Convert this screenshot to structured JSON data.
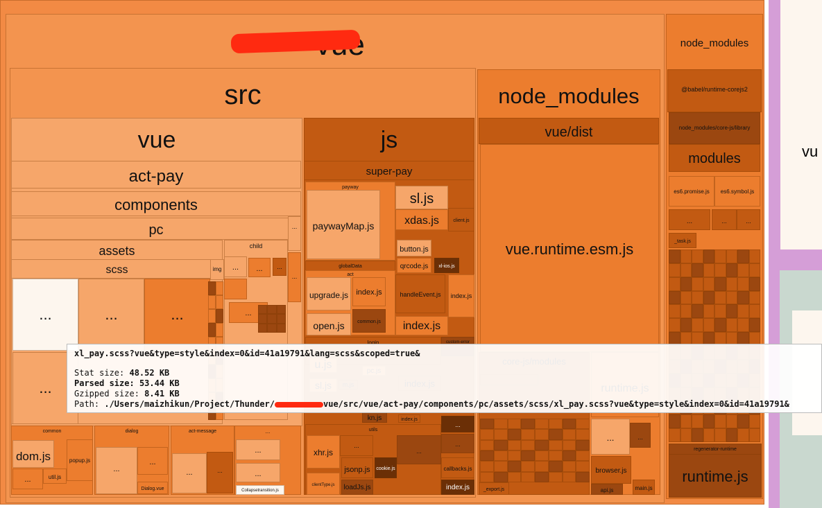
{
  "colors": {
    "outer": "#f28a44",
    "pkg": "#f3944f",
    "light": "#f6a66a",
    "mid": "#ec7d2e",
    "dark": "#c25a12",
    "darker": "#9b4710",
    "deep": "#6b2f06",
    "pale": "#fdf6ee",
    "redaction": "#ff2a10",
    "side_pink": "#d59ed7",
    "side_green": "#c9d8cf"
  },
  "labels": {
    "root_suffix": "-vue",
    "src": "src",
    "vue": "vue",
    "act_pay": "act-pay",
    "components": "components",
    "pc": "pc",
    "assets": "assets",
    "scss": "scss",
    "ellipsis": "...",
    "child": "child",
    "img": "img",
    "common": "common",
    "dialog": "dialog",
    "act_message": "act-message",
    "dom_js": "dom.js",
    "popup_js": "popup.js",
    "util_js": "util.js",
    "dialog_vue": "Dialog.vue",
    "collapsetransition_js": "Collapsetransition.js",
    "js": "js",
    "super_pay": "super-pay",
    "payway": "payway",
    "paywaymap_js": "paywayMap.js",
    "sl_js": "sl.js",
    "xdas_js": "xdas.js",
    "client_js": "client.js",
    "button_js": "button.js",
    "qrcode_js": "qrcode.js",
    "xl_ios_js": "xl-ios.js",
    "globaldata": "globalData",
    "act": "act",
    "upgrade_js": "upgrade.js",
    "index_js": "index.js",
    "handleevent_js": "handleEvent.js",
    "open_js": "open.js",
    "common_js": "common.js",
    "login": "login",
    "custom_error": "custom-error",
    "u_js": "u.js",
    "pc_js": "pc.js",
    "m_js": "m.js",
    "kn_js": "kn.js",
    "utils": "utils",
    "xhr_js": "xhr.js",
    "jsonp_js": "jsonp.js",
    "cookie_js": "cookie.js",
    "loadjs_js": "loadJs.js",
    "clienttype_js": "clientType.js",
    "callbacks_js": "callbacks.js",
    "node_modules": "node_modules",
    "vue_dist": "vue/dist",
    "vue_runtime": "vue.runtime.esm.js",
    "corejs_modules": "core-js/modules",
    "runtime_js": "runtime.js",
    "browser_js": "browser.js",
    "api_js": "api.js",
    "main_js": "main.js",
    "export_js": "_export.js",
    "babel_runtime": "@babel/runtime-corejs2",
    "core_js_library": "node_modules/core-js/library",
    "modules": "modules",
    "es6_promise": "es6.promise.js",
    "es6_symbol": "es6.symbol.js",
    "task_js": "_task.js",
    "regenerator_runtime": "regenerator-runtime",
    "side_vue": "vu"
  },
  "tooltip": {
    "title": "xl_pay.scss?vue&type=style&index=0&id=41a19791&lang=scss&scoped=true&",
    "stat_label": "Stat size:",
    "stat_value": "48.52 KB",
    "parsed_label": "Parsed size:",
    "parsed_value": "53.44 KB",
    "gzip_label": "Gzipped size:",
    "gzip_value": "8.41 KB",
    "path_label": "Path:",
    "path_before": "./Users/maizhikun/Project/Thunder/",
    "path_after": "vue/src/vue/act-pay/components/pc/assets/scss/xl_pay.scss?vue&type=style&index=0&id=41a19791&"
  }
}
